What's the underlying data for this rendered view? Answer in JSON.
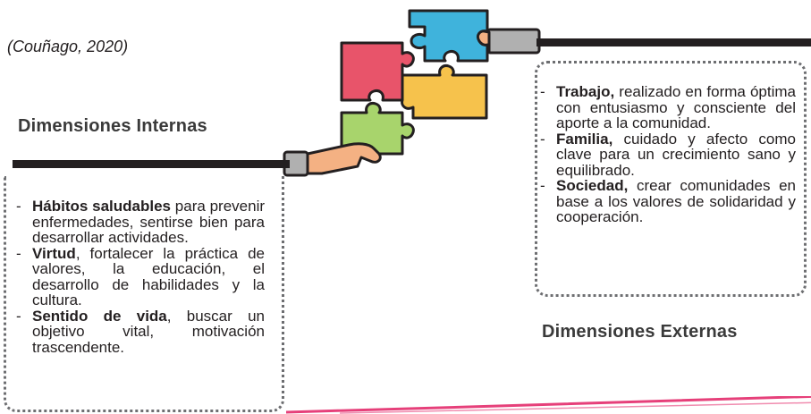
{
  "citation": "(Couñago, 2020)",
  "internal": {
    "heading": "Dimensiones Internas",
    "items": [
      {
        "term": "Hábitos saludables",
        "text": " para prevenir enfermedades, sentirse bien para desarrollar actividades."
      },
      {
        "term": "Virtud",
        "text": ", fortalecer la práctica de valores, la educación, el desarrollo de habilidades y la cultura."
      },
      {
        "term": "Sentido de vida",
        "text": ", buscar un objetivo vital, motivación trascendente."
      }
    ]
  },
  "external": {
    "heading": "Dimensiones Externas",
    "items": [
      {
        "term": "Trabajo,",
        "text": " realizado en forma óptima con entusiasmo y consciente del aporte a la comunidad."
      },
      {
        "term": "Familia,",
        "text": " cuidado y afecto como clave para un crecimiento sano y equilibrado."
      },
      {
        "term": "Sociedad,",
        "text": " crear comunidades en base a los valores de solidaridad y cooperación."
      }
    ]
  },
  "colors": {
    "puzzle_cyan": "#3fb3dc",
    "puzzle_red": "#e8546a",
    "puzzle_yellow": "#f6c24c",
    "puzzle_green": "#a8d46c",
    "hand_skin": "#f4b183",
    "cuff_gray": "#b0b0b0",
    "accent_pink": "#e6407a"
  },
  "icons": [
    "puzzle-hands-illustration"
  ]
}
